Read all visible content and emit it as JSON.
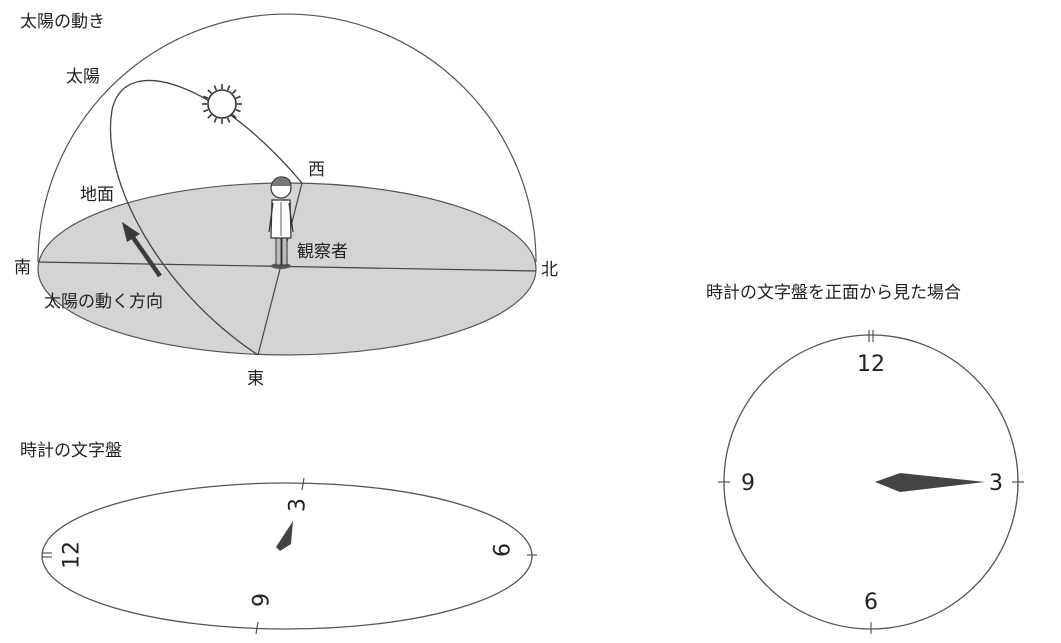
{
  "titles": {
    "sun_motion": "太陽の動き",
    "clock_dial": "時計の文字盤",
    "clock_front": "時計の文字盤を正面から見た場合"
  },
  "hemisphere": {
    "sun": "太陽",
    "ground": "地面",
    "west": "西",
    "observer": "観察者",
    "south": "南",
    "north": "北",
    "east": "東",
    "direction": "太陽の動く方向"
  },
  "dial_tilted": {
    "n12": "12",
    "n3": "3",
    "n6": "6",
    "n9": "9"
  },
  "dial_front": {
    "n12": "12",
    "n3": "3",
    "n6": "6",
    "n9": "9"
  },
  "colors": {
    "ground_fill": "#d4d4d4",
    "line": "#555555",
    "hand": "#444444",
    "arrow": "#3a3a3a"
  }
}
